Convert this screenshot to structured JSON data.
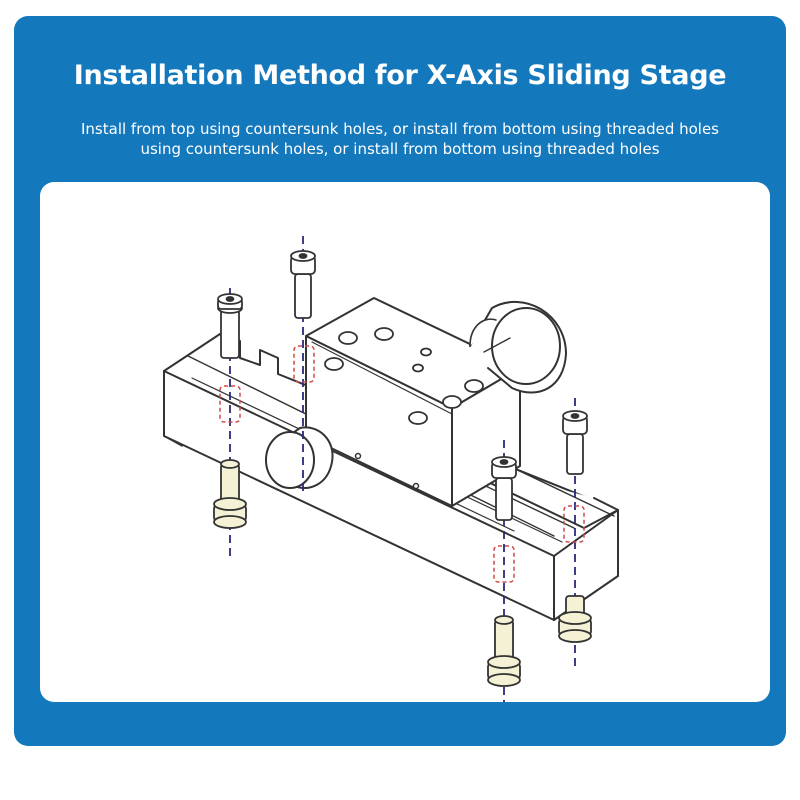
{
  "header": {
    "title": "Installation Method for X-Axis Sliding Stage",
    "subtitle_line1": "Install from top using countersunk holes, or install from bottom using threaded holes",
    "subtitle_line2": "using countersunk holes, or install from bottom using threaded holes"
  },
  "colors": {
    "frame_blue": "#1478bd",
    "panel_white": "#ffffff",
    "line_dark": "#333333",
    "axis_dash": "#2a2a7a",
    "hole_hint": "#d04a4a",
    "screw_fill": "#f4f1d4"
  },
  "diagram": {
    "subject": "x-axis-sliding-stage",
    "top_mount_screws": 4,
    "bottom_mount_screws": 3
  }
}
